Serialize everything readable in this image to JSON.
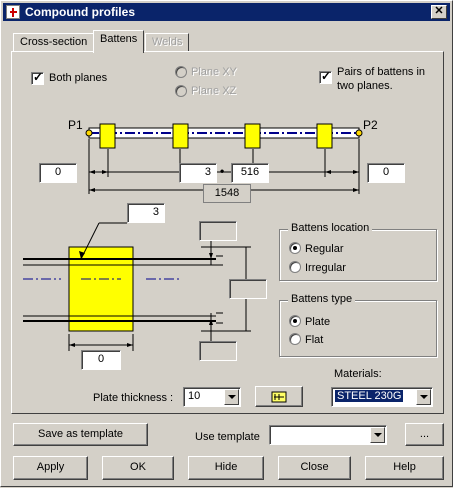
{
  "window": {
    "title": "Compound profiles"
  },
  "tabs": [
    {
      "label": "Cross-section"
    },
    {
      "label": "Battens"
    },
    {
      "label": "Welds"
    }
  ],
  "options": {
    "both_planes": "Both planes",
    "plane_xy": "Plane XY",
    "plane_xz": "Plane XZ",
    "pairs_line1": "Pairs of battens in",
    "pairs_line2": "two planes."
  },
  "diagram": {
    "p1": "P1",
    "p2": "P2",
    "left_offset": "0",
    "count": "3",
    "separator": "•",
    "spacing": "516",
    "right_offset": "0",
    "total_length": "1548",
    "weld_size": "3",
    "side_offset": "0"
  },
  "battens_location": {
    "title": "Battens location",
    "regular": "Regular",
    "irregular": "Irregular"
  },
  "battens_type": {
    "title": "Battens type",
    "plate": "Plate",
    "flat": "Flat"
  },
  "bottom_panel": {
    "materials_label": "Materials:",
    "plate_thickness_label": "Plate thickness :",
    "plate_thickness_value": "10",
    "material_value": "STEEL 230G"
  },
  "footer": {
    "save_template": "Save as template",
    "use_template_label": "Use template",
    "use_template_value": "",
    "ellipsis": "...",
    "apply": "Apply",
    "ok": "OK",
    "hide": "Hide",
    "close": "Close",
    "help": "Help"
  }
}
